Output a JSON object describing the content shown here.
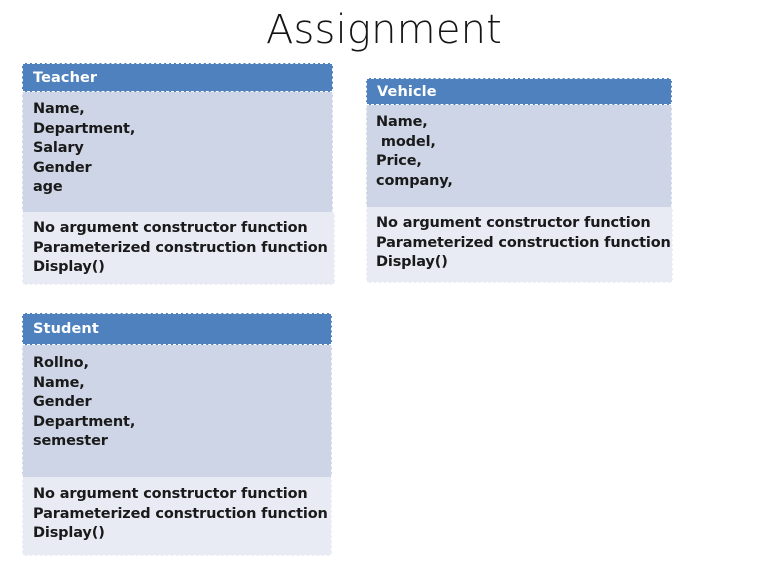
{
  "slide": {
    "title": "Assignment",
    "colors": {
      "header_blue": "#4e81bd",
      "attributes_bg": "#ced5e6",
      "methods_bg": "#e8ebf4",
      "header_text": "#ffffff",
      "body_text": "#1a1a1a",
      "slide_bg": "#ffffff"
    }
  },
  "classes": [
    {
      "id": "teacher",
      "name": "Teacher",
      "attributes": [
        "Name,",
        "Department,",
        "Salary",
        "Gender",
        "age"
      ],
      "methods": [
        "No argument constructor function",
        "Parameterized construction function",
        "Display()"
      ]
    },
    {
      "id": "vehicle",
      "name": "Vehicle",
      "attributes": [
        "Name,",
        " model,",
        "Price,",
        "company,"
      ],
      "methods": [
        "No argument constructor function",
        "Parameterized construction function",
        "Display()"
      ]
    },
    {
      "id": "student",
      "name": "Student",
      "attributes": [
        "Rollno,",
        "Name,",
        "Gender",
        "Department,",
        "semester"
      ],
      "methods": [
        "No argument constructor function",
        "Parameterized construction function",
        "Display()"
      ]
    }
  ]
}
